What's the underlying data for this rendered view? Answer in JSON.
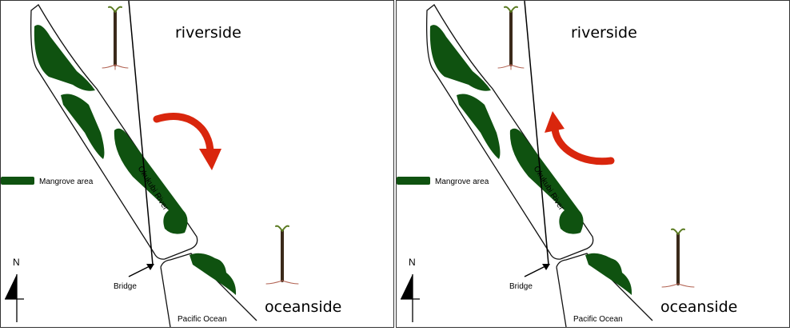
{
  "panels": [
    {
      "riverside_label": "riverside",
      "oceanside_label": "oceanside",
      "legend_label": "Mangrove area",
      "river_label": "Okukubi River",
      "bridge_label": "Bridge",
      "ocean_label": "Pacific Ocean",
      "north_label": "N",
      "arrow_direction": "clockwise-downstream",
      "arrow_icon": "curved-arrow-down-icon"
    },
    {
      "riverside_label": "riverside",
      "oceanside_label": "oceanside",
      "legend_label": "Mangrove area",
      "river_label": "Okukubi River",
      "bridge_label": "Bridge",
      "ocean_label": "Pacific Ocean",
      "north_label": "N",
      "arrow_direction": "counterclockwise-upstream",
      "arrow_icon": "curved-arrow-up-icon"
    }
  ],
  "colors": {
    "mangrove": "#0f5210",
    "arrow": "#d9260d",
    "outline": "#111111"
  }
}
